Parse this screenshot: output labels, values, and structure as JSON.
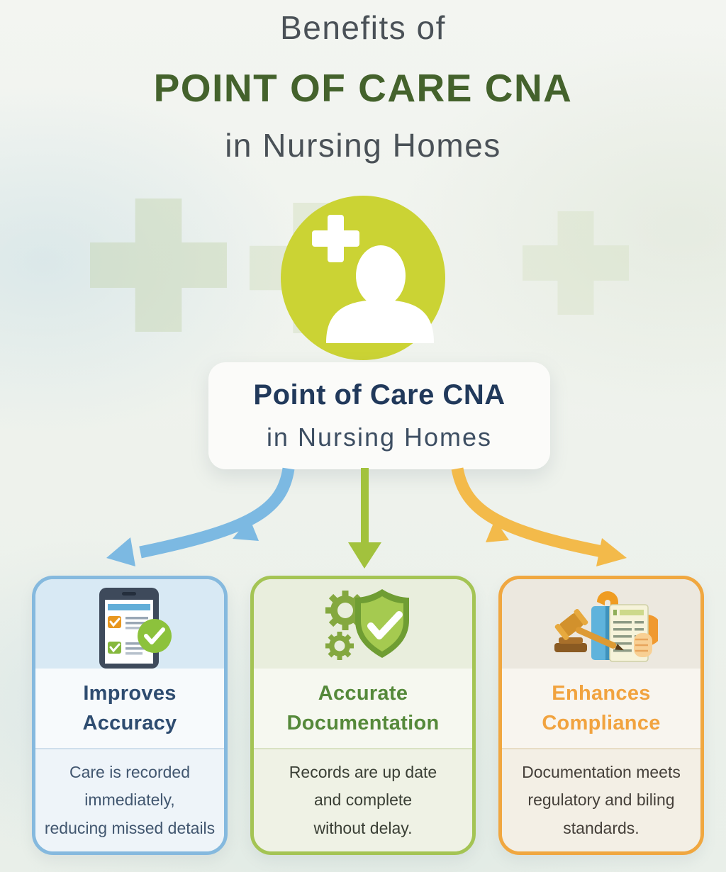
{
  "header": {
    "line1": "Benefits of",
    "line2": "POINT OF CARE CNA",
    "line3": "in Nursing Homes"
  },
  "hub": {
    "title": "Point of Care CNA",
    "subtitle": "in Nursing Homes",
    "icon": "nurse-plus-circle-icon"
  },
  "cards": [
    {
      "icon": "tablet-checklist-icon",
      "title": "Improves\nAccuracy",
      "body": "Care is recorded\nimmediately,\nreducing missed details",
      "accent": "#85b9de"
    },
    {
      "icon": "gears-shield-check-icon",
      "title": "Accurate\nDocumentation",
      "body": "Records are up date\nand complete\nwithout delay.",
      "accent": "#a4c454"
    },
    {
      "icon": "gavel-document-icon",
      "title": "Enhances\nCompliance",
      "body": "Documentation meets\nregulatory and biling\nstandards.",
      "accent": "#f0a740"
    }
  ],
  "palette": {
    "header_text": "#4a5157",
    "header_accent": "#44622c",
    "hub_title": "#21395b",
    "hub_subtitle": "#3d4e62",
    "hub_circle": "#cbd334",
    "arrow_blue": "#7cb9e2",
    "arrow_green": "#a2c23d",
    "arrow_yellow": "#f3ba4a"
  }
}
